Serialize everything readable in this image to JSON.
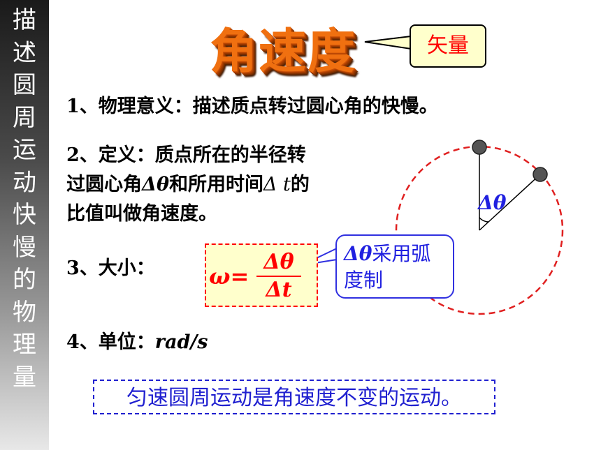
{
  "sidebar": {
    "chars": [
      "描",
      "述",
      "圆",
      "周",
      "运",
      "动",
      "快",
      "慢",
      "的",
      "物",
      "理",
      "量"
    ]
  },
  "title": "角速度",
  "vector_label": "矢量",
  "points": {
    "p1": "1、物理意义：描述质点转过圆心角的快慢。",
    "p2_line1": "2、定义：质点所在的半径转",
    "p2_line2_a": "过圆心角",
    "p2_line2_sym": "Δθ",
    "p2_line2_b": "和所用时间",
    "p2_line2_sym2": "Δ t",
    "p2_line2_c": "的",
    "p2_line3": "比值叫做角速度。",
    "p3": "3、大小：",
    "p4_label": "4、单位：",
    "p4_unit": "rad/s"
  },
  "formula": {
    "lhs": "ω=",
    "numerator": "Δθ",
    "denominator": "Δt"
  },
  "radian_note": {
    "sym": "Δθ",
    "text1": "采用弧",
    "text2": "度制"
  },
  "diagram": {
    "angle_label": "θ"
  },
  "summary": "匀速圆周运动是角速度不变的运动。",
  "colors": {
    "accent_red": "#ff0000",
    "accent_blue": "#2020e0",
    "title_orange": "#f07010",
    "box_fill": "#ffffcc"
  }
}
